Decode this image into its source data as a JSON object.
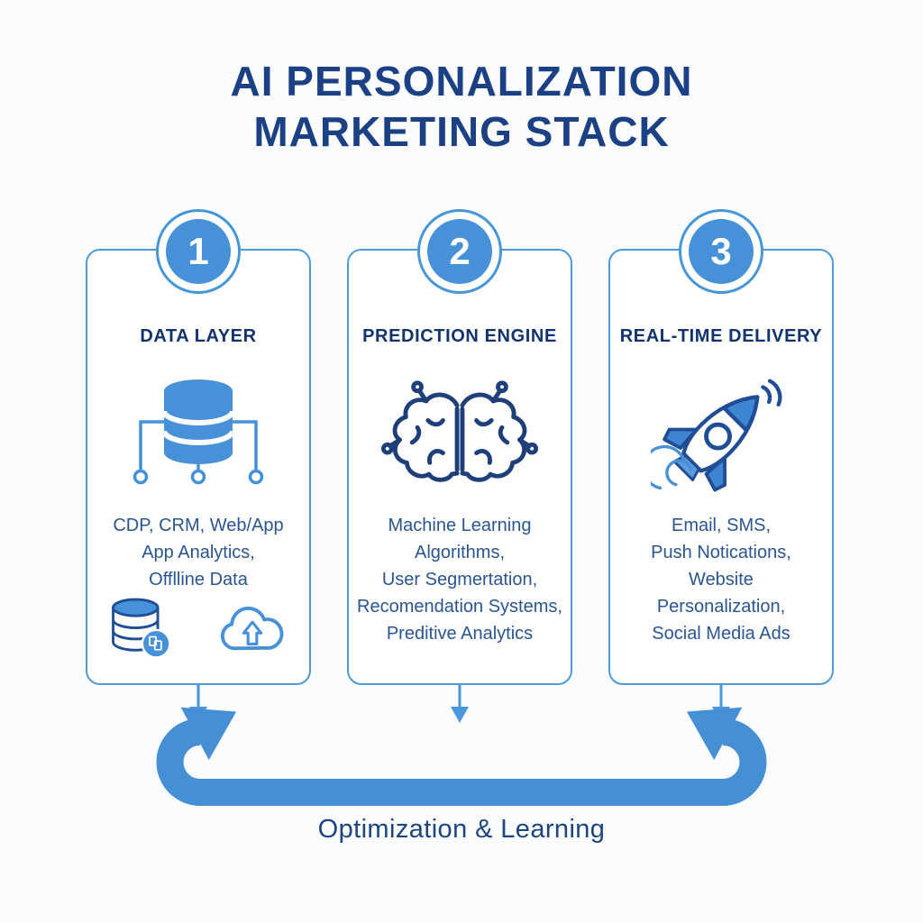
{
  "title": {
    "line1": "AI PERSONALIZATION",
    "line2": "MARKETING STACK"
  },
  "cards": [
    {
      "number": "1",
      "title": "DATA LAYER",
      "icon": "database-network-icon",
      "description": "CDP, CRM, Web/App\nApp Analytics,\nOfflline Data",
      "sub_icons": [
        "database-sync-icon",
        "cloud-upload-icon"
      ]
    },
    {
      "number": "2",
      "title": "PREDICTION ENGINE",
      "icon": "ai-brain-circuit-icon",
      "description": "Machine Learning\nAlgorithms,\nUser Segmertation,\nRecomendation Systems,\nPreditive Analytics"
    },
    {
      "number": "3",
      "title": "REAL-TIME DELIVERY",
      "icon": "rocket-icon",
      "description": "Email, SMS,\nPush Notications,\nWebsite\nPersonalization,\nSocial Media Ads"
    }
  ],
  "footer": {
    "label": "Optimization & Learning"
  },
  "colors": {
    "accent_blue": "#4791d8",
    "card_border_blue": "#4f9ad8",
    "loop_blue": "#4590d5",
    "title_navy": "#1b4184",
    "body_navy": "#2a5593",
    "icon_navy": "#1f4e96",
    "background": "#fbfcfe"
  }
}
